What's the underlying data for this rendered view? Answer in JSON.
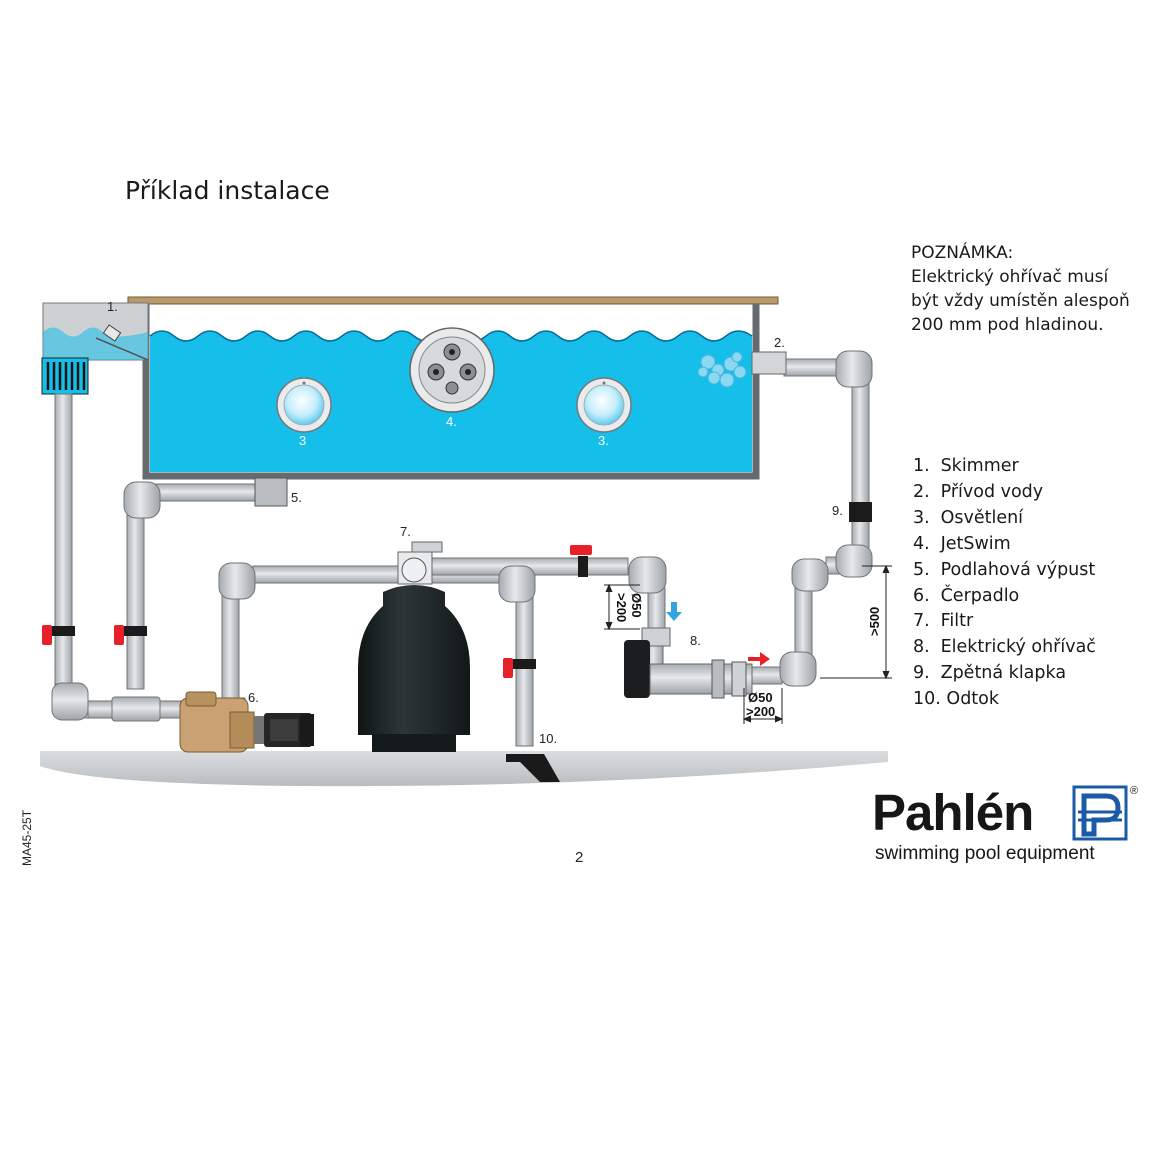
{
  "title": "Příklad instalace",
  "note": {
    "lines": [
      "POZNÁMKA:",
      "Elektrický ohřívač musí",
      "být vždy umístěn alespoň",
      "200 mm pod hladinou."
    ]
  },
  "legend": [
    {
      "num": "1.",
      "label": "Skimmer"
    },
    {
      "num": "2.",
      "label": "Přívod vody"
    },
    {
      "num": "3.",
      "label": "Osvětlení"
    },
    {
      "num": "4.",
      "label": "JetSwim"
    },
    {
      "num": "5.",
      "label": "Podlahová výpust"
    },
    {
      "num": "6.",
      "label": "Čerpadlo"
    },
    {
      "num": "7.",
      "label": "Filtr"
    },
    {
      "num": "8.",
      "label": "Elektrický ohřívač"
    },
    {
      "num": "9.",
      "label": "Zpětná klapka"
    },
    {
      "num": "10.",
      "label": "Odtok"
    }
  ],
  "callouts": {
    "skimmer": "1.",
    "inlet": "2.",
    "light_left": "3",
    "jetswim": "4.",
    "light_right": "3.",
    "floor_drain": "5.",
    "pump": "6.",
    "filter": "7.",
    "heater": "8.",
    "check_valve": "9.",
    "drain": "10."
  },
  "dimensions": {
    "vertical_diameter": "Ø50",
    "vertical_min": ">200",
    "horizontal_diameter": "Ø50",
    "horizontal_min": ">200",
    "height": ">500"
  },
  "doc_code": "MA45-25T",
  "page_number": "2",
  "brand": {
    "name": "Pahlén",
    "tagline": "swimming pool equipment",
    "registered": "®"
  },
  "colors": {
    "water": "#16bfe9",
    "pipe": "#d3d6d9",
    "pipe_outline": "#6f7478",
    "deck": "#b89a6a",
    "valve_red": "#e8202a",
    "ground": "#c8cbcd",
    "filter_body": "#1f2627",
    "pump_body": "#c9a172",
    "flow_blue": "#2fa6e0",
    "flow_red": "#e8202a"
  }
}
